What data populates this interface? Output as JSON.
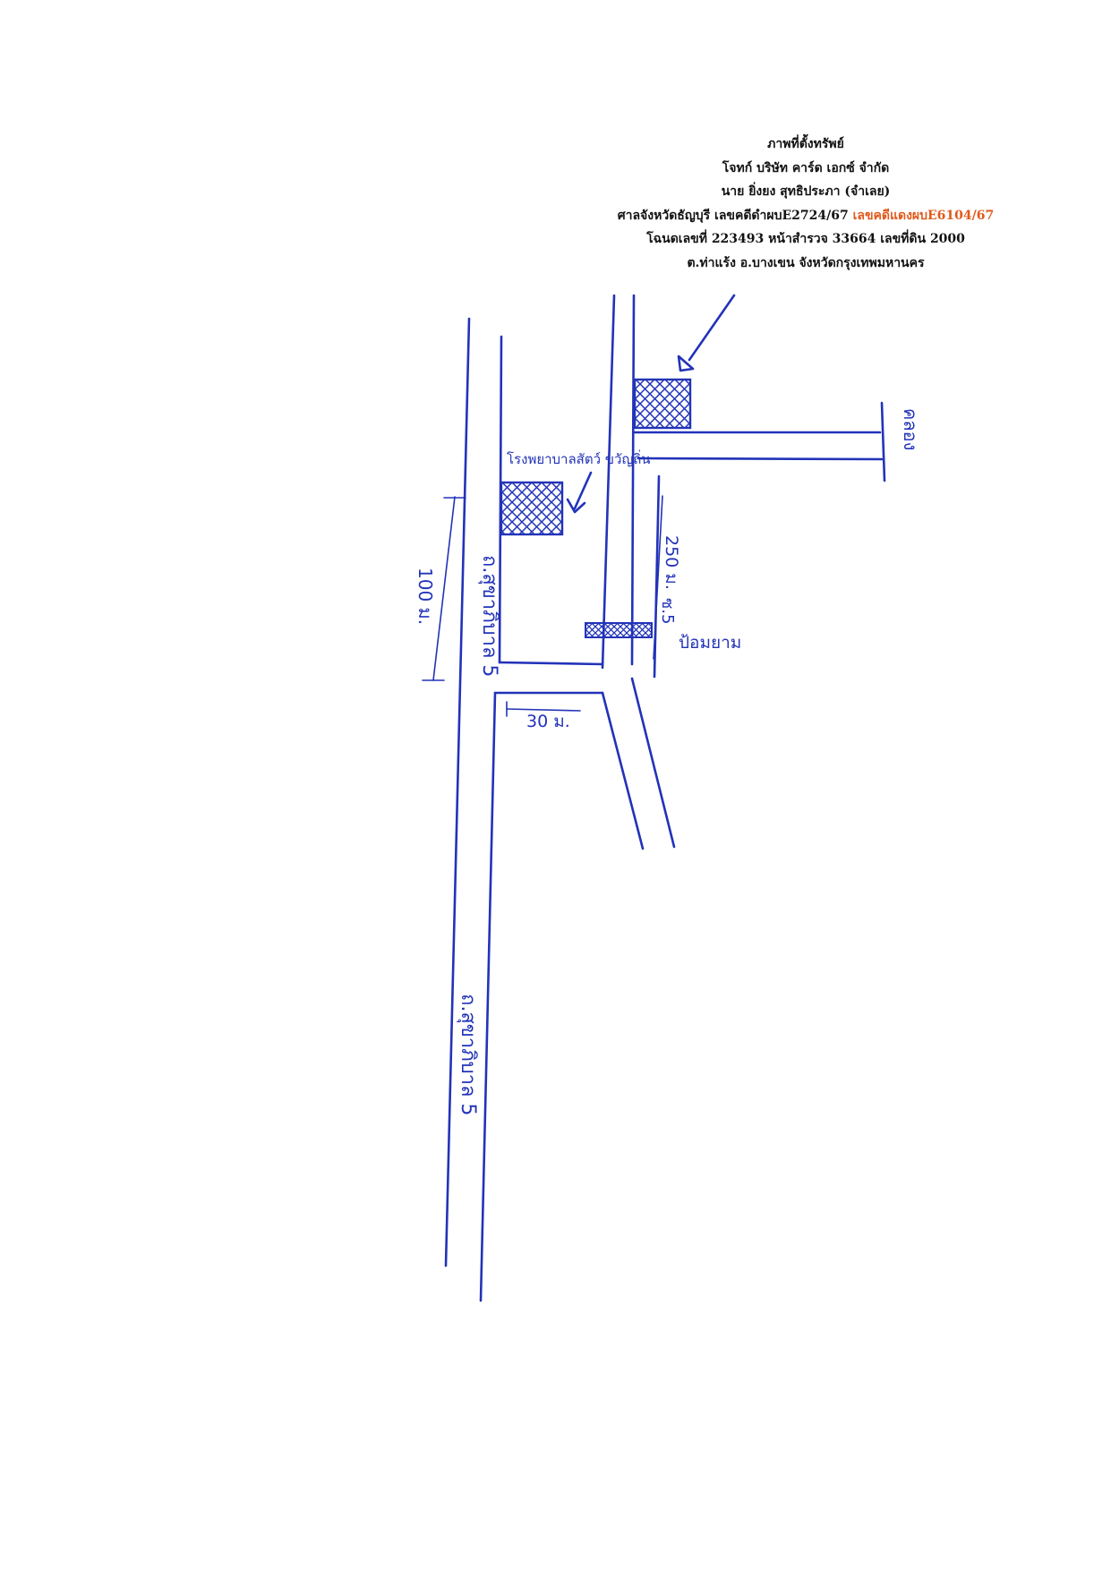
{
  "header": {
    "title": "ภาพที่ตั้งทรัพย์",
    "plaintiff": "โจทก์ บริษัท คาร์ด เอกซ์ จำกัด",
    "defendant": "นาย ยิ่งยง สุทธิประภา (จำเลย)",
    "court_case_black": "ศาลจังหวัดธัญบุรี เลขคดีดำผบE2724/67",
    "court_case_red": "เลขคดีแดงผบE6104/67",
    "title_deed": "โฉนดเลขที่ 223493 หน้าสำรวจ 33664 เลขที่ดิน 2000",
    "location": "ต.ท่าแร้ง อ.บางเขน จังหวัดกรุงเทพมหานคร"
  },
  "sketch": {
    "ink_color": "#2233b8",
    "case_red_color": "#e05a1c",
    "labels": {
      "road_top": "ถ.สุขาภิบาล 5",
      "road_bottom": "ถ.สุขาภิบาล 5",
      "distance_100": "100 ม.",
      "distance_30": "30 ม.",
      "distance_250": "250 ม.",
      "school": "โรงพยาบาลสัตว์ ขวัญถิ่น",
      "soi": "ซ.5",
      "gate": "ป้อมยาม",
      "canal": "คลอง"
    },
    "icons": [
      "property-flag-icon",
      "arrow-icon"
    ]
  }
}
